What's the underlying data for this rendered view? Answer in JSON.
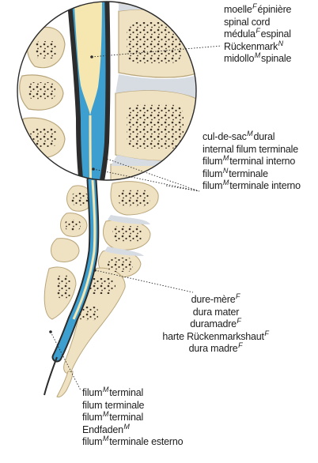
{
  "labels": {
    "spinal_cord": [
      {
        "text": "moelle",
        "g": "F",
        "rest": "épinière"
      },
      {
        "text": "spinal cord",
        "g": "",
        "rest": ""
      },
      {
        "text": "médula",
        "g": "F",
        "rest": "espinal"
      },
      {
        "text": "Rückenmark",
        "g": "N",
        "rest": ""
      },
      {
        "text": "midollo",
        "g": "M",
        "rest": "spinale"
      }
    ],
    "filum_terminale_internum": [
      {
        "text": "cul-de-sac",
        "g": "M",
        "rest": "dural"
      },
      {
        "text": "internal filum terminale",
        "g": "",
        "rest": ""
      },
      {
        "text": "filum",
        "g": "M",
        "rest": "terminal interno"
      },
      {
        "text": "filum",
        "g": "N",
        "rest": "terminale"
      },
      {
        "text": "filum",
        "g": "M",
        "rest": "terminale interno"
      }
    ],
    "dura_mater": [
      {
        "text": "dure-mère",
        "g": "F",
        "rest": ""
      },
      {
        "text": "dura mater",
        "g": "",
        "rest": ""
      },
      {
        "text": "duramadre",
        "g": "F",
        "rest": ""
      },
      {
        "text": "harte Rückenmarkshaut",
        "g": "F",
        "rest": ""
      },
      {
        "text": "dura madre",
        "g": "F",
        "rest": ""
      }
    ],
    "filum_terminale_externum": [
      {
        "text": "filum",
        "g": "M",
        "rest": "terminal"
      },
      {
        "text": "filum terminale",
        "g": "",
        "rest": ""
      },
      {
        "text": "filum",
        "g": "M",
        "rest": "terminal"
      },
      {
        "text": "Endfaden",
        "g": "M",
        "rest": ""
      },
      {
        "text": "filum",
        "g": "M",
        "rest": "terminale esterno"
      }
    ]
  },
  "colors": {
    "bone": "#efe2c2",
    "bone_dark": "#d8c597",
    "disc": "#d7dce3",
    "cord": "#f6e6b0",
    "dura": "#2c2c2c",
    "csf": "#3d9fcf",
    "spongy": "#5a4a36"
  }
}
